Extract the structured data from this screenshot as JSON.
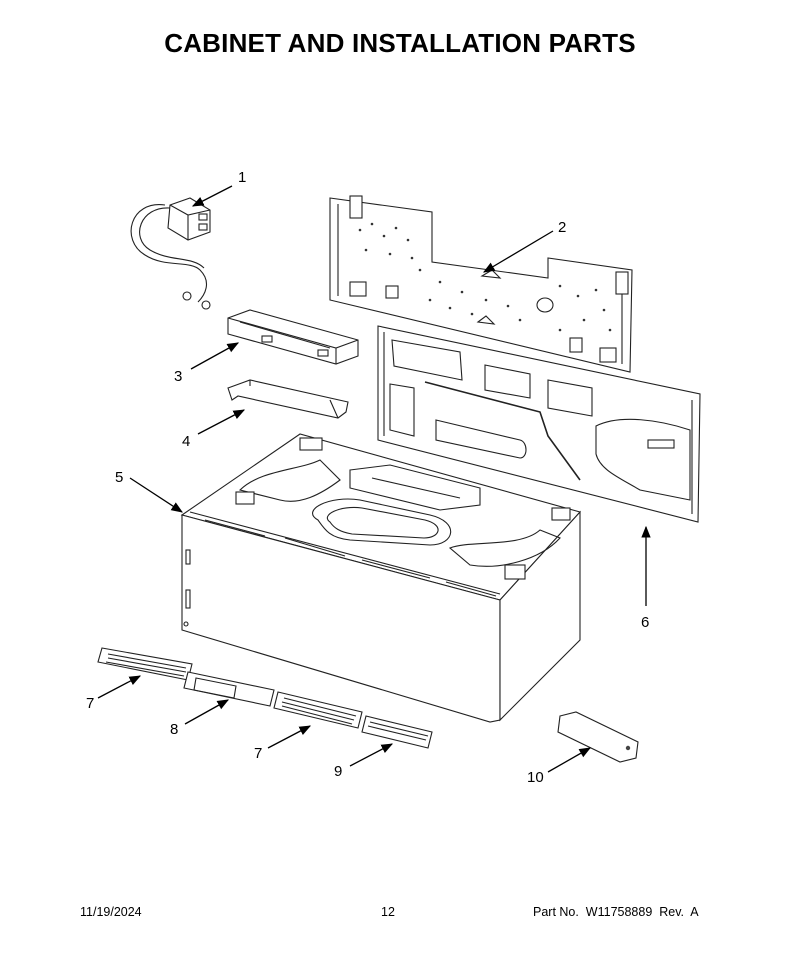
{
  "title": "CABINET AND INSTALLATION PARTS",
  "callouts": [
    {
      "id": "1",
      "label": "1"
    },
    {
      "id": "2",
      "label": "2"
    },
    {
      "id": "3",
      "label": "3"
    },
    {
      "id": "4",
      "label": "4"
    },
    {
      "id": "5",
      "label": "5"
    },
    {
      "id": "6",
      "label": "6"
    },
    {
      "id": "7a",
      "label": "7"
    },
    {
      "id": "8",
      "label": "8"
    },
    {
      "id": "7b",
      "label": "7"
    },
    {
      "id": "9",
      "label": "9"
    },
    {
      "id": "10",
      "label": "10"
    }
  ],
  "footer": {
    "date": "11/19/2024",
    "page": "12",
    "part": "Part No.  W11758889  Rev.  A"
  }
}
